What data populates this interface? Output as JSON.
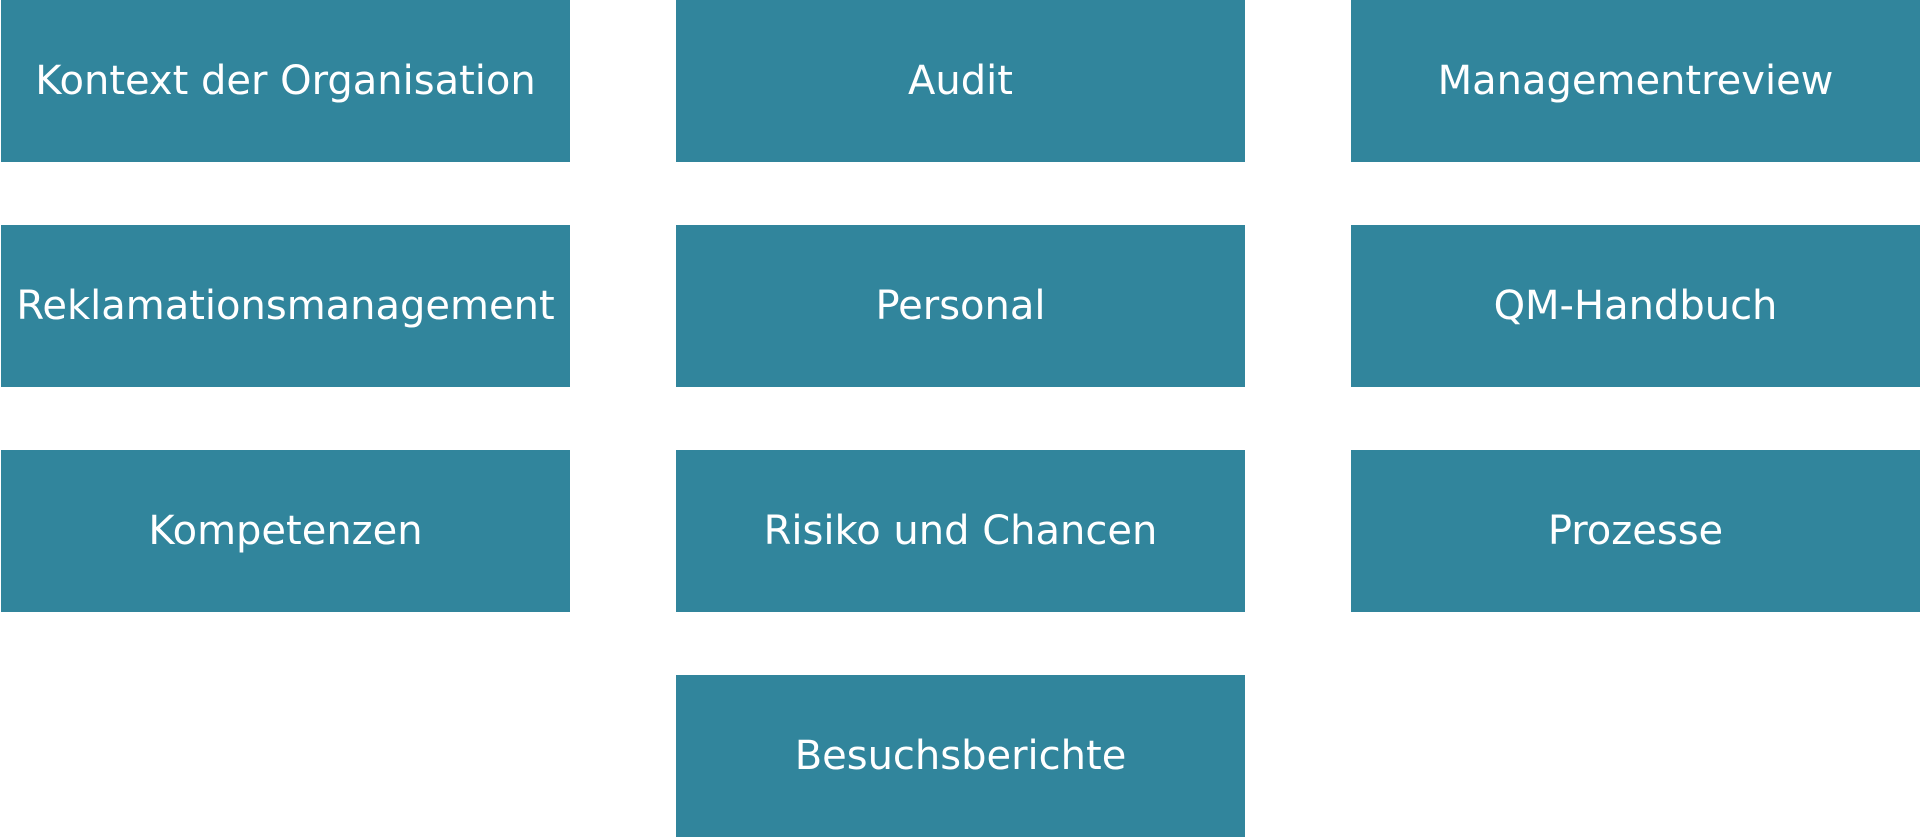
{
  "tiles": {
    "kontext": "Kontext der Organisation",
    "audit": "Audit",
    "managementreview": "Managementreview",
    "reklamationsmanagement": "Reklamationsmanagement",
    "personal": "Personal",
    "qm_handbuch": "QM-Handbuch",
    "kompetenzen": "Kompetenzen",
    "risiko_chancen": "Risiko und Chancen",
    "prozesse": "Prozesse",
    "besuchsberichte": "Besuchsberichte"
  },
  "colors": {
    "tile_background": "#31859c",
    "tile_text": "#ffffff",
    "page_background": "#ffffff"
  }
}
